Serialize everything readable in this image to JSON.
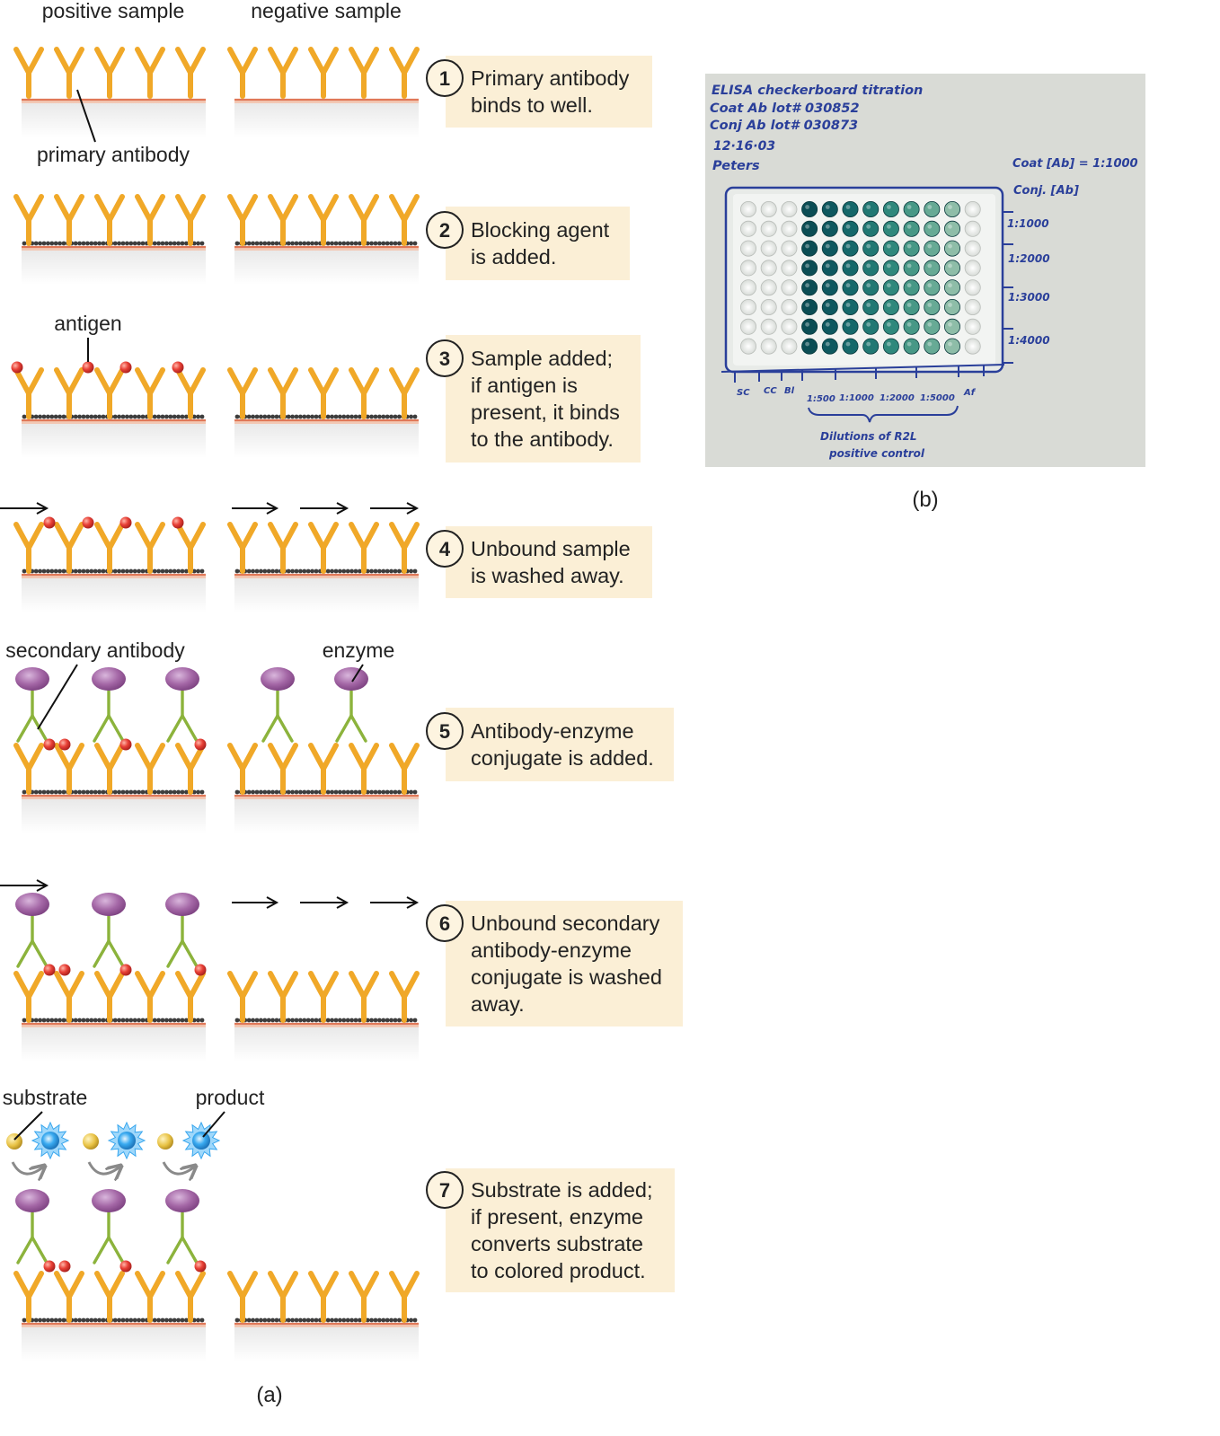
{
  "column_headers": {
    "positive": "positive sample",
    "negative": "negative sample"
  },
  "labels": {
    "primary_antibody": "primary antibody",
    "antigen": "antigen",
    "secondary_antibody": "secondary antibody",
    "enzyme": "enzyme",
    "substrate": "substrate",
    "product": "product"
  },
  "steps": [
    {
      "number": "1",
      "lines": [
        "Primary antibody",
        "binds to well."
      ]
    },
    {
      "number": "2",
      "lines": [
        "Blocking agent",
        "is added."
      ]
    },
    {
      "number": "3",
      "lines": [
        "Sample added;",
        "if antigen is",
        "present, it binds",
        "to the antibody."
      ]
    },
    {
      "number": "4",
      "lines": [
        "Unbound sample",
        "is washed away."
      ]
    },
    {
      "number": "5",
      "lines": [
        "Antibody-enzyme",
        "conjugate is added."
      ]
    },
    {
      "number": "6",
      "lines": [
        "Unbound secondary",
        "antibody-enzyme",
        "conjugate is washed",
        "away."
      ]
    },
    {
      "number": "7",
      "lines": [
        "Substrate is added;",
        "if present, enzyme",
        "converts substrate",
        "to colored product."
      ]
    }
  ],
  "captions": {
    "a": "(a)",
    "b": "(b)"
  },
  "photo": {
    "header_lines": [
      "ELISA checkerboard titration",
      "Coat Ab lot# 030852",
      "Conj Ab lot# 030873",
      "12·16·03",
      "Peters"
    ],
    "coat_label": "Coat [Ab] = 1:1000",
    "conj_label": "Conj. [Ab]",
    "row_dilutions": [
      "1:1000",
      "1:2000",
      "1:3000",
      "1:4000"
    ],
    "column_labels": [
      "SC",
      "CC",
      "Bl",
      "1:500",
      "1:1000",
      "1:2000",
      "1:5000",
      "Af"
    ],
    "bracket_label_lines": [
      "Dilutions of R2L",
      "positive control"
    ]
  },
  "colors": {
    "antibody_yellow": "#f0a828",
    "secondary_green": "#8cb33c",
    "enzyme_purple": "#9a5c9c",
    "antigen_red": "#e23a36",
    "step_box": "#fbefd6",
    "well_line": "#e07858",
    "product_blue": "#2b9be0",
    "substrate_gold": "#e8c244",
    "plate_teal": "#0d5a60"
  }
}
